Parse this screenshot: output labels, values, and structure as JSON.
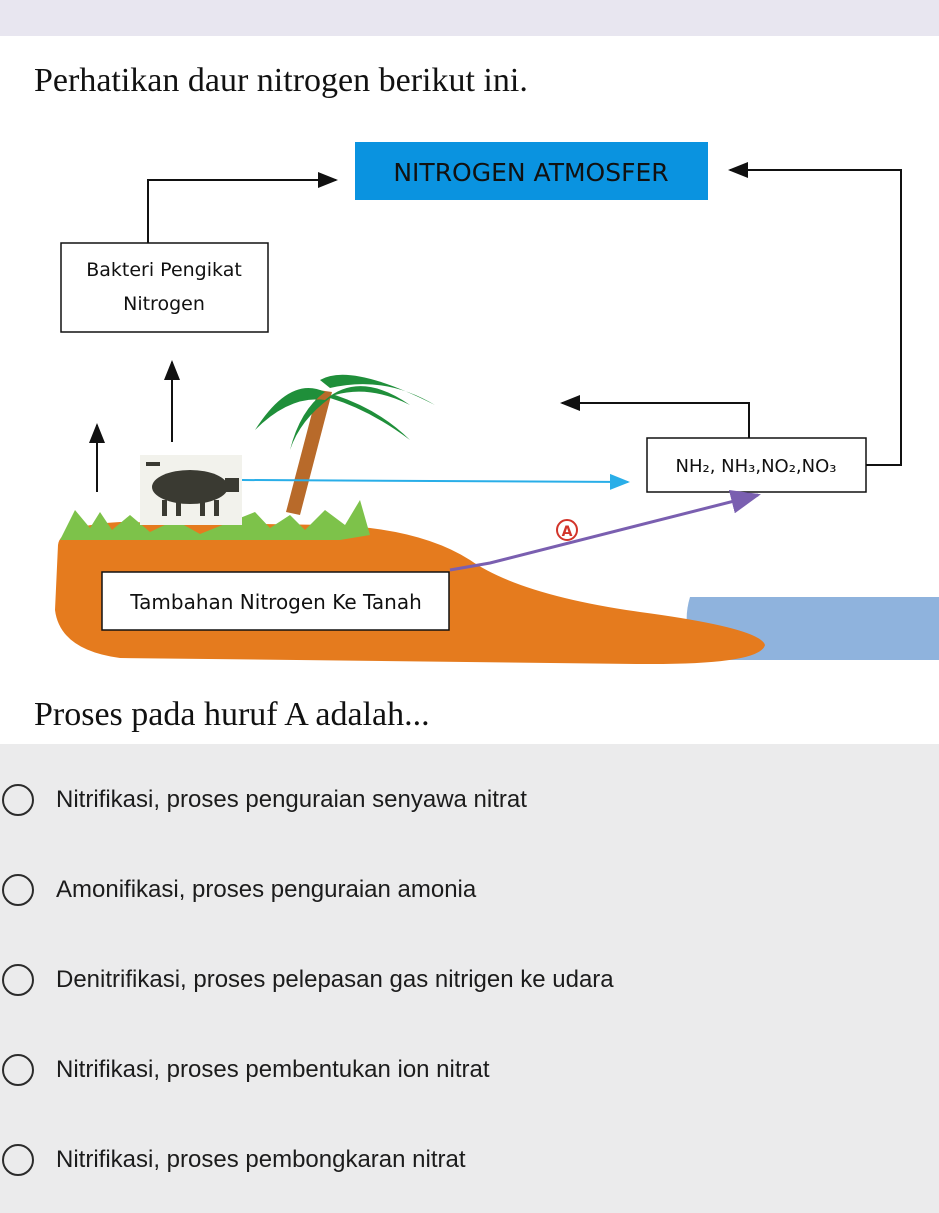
{
  "question": {
    "title": "Perhatikan daur nitrogen berikut ini.",
    "prompt": "Proses pada huruf A adalah..."
  },
  "diagram": {
    "atmosphere_label": "NITROGEN ATMOSFER",
    "bacteria_label_line1": "Bakteri Pengikat",
    "bacteria_label_line2": "Nitrogen",
    "soil_label": "Tambahan Nitrogen Ke Tanah",
    "compounds_label": "NH₂, NH₃,NO₂,NO₃",
    "marker_label": "A",
    "colors": {
      "atmosphere_box": "#0a93e0",
      "soil": "#e57b1e",
      "water": "#8fb3dd",
      "grass": "#7dc24a",
      "arrow_cyan": "#29aee8",
      "arrow_purple": "#7a5fb0"
    }
  },
  "options": [
    {
      "label": "Nitrifikasi, proses penguraian senyawa nitrat",
      "selected": false
    },
    {
      "label": "Amonifikasi, proses penguraian amonia",
      "selected": false
    },
    {
      "label": "Denitrifikasi, proses pelepasan gas nitrigen ke udara",
      "selected": false
    },
    {
      "label": "Nitrifikasi, proses pembentukan ion nitrat",
      "selected": false
    },
    {
      "label": "Nitrifikasi, proses pembongkaran nitrat",
      "selected": false
    }
  ]
}
